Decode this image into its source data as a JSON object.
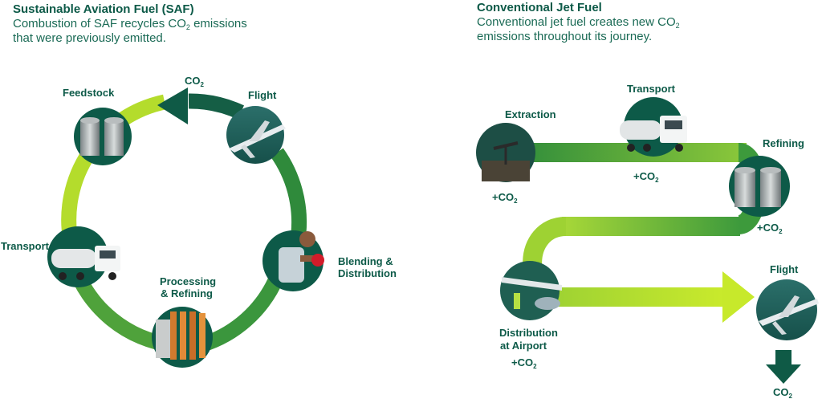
{
  "saf": {
    "title": "Sustainable Aviation Fuel (SAF)",
    "subtitle_line1_pre": "Combustion of SAF recycles CO",
    "subtitle_line1_sub": "2",
    "subtitle_line1_post": " emissions",
    "subtitle_line2": "that were previously emitted.",
    "co2_label": "CO",
    "co2_sub": "2",
    "stages": {
      "feedstock": "Feedstock",
      "flight": "Flight",
      "blending_line1": "Blending &",
      "blending_line2": "Distribution",
      "processing_line1": "Processing",
      "processing_line2": "& Refining",
      "transport": "Transport"
    }
  },
  "conventional": {
    "title": "Conventional Jet Fuel",
    "subtitle_line1_pre": "Conventional jet fuel creates new  CO",
    "subtitle_line1_sub": "2",
    "subtitle_line2": "emissions throughout its journey.",
    "stages": {
      "extraction": "Extraction",
      "transport": "Transport",
      "refining": "Refining",
      "distribution_line1": "Distribution",
      "distribution_line2": "at Airport",
      "flight": "Flight"
    },
    "plus_co2": "+CO",
    "co2": "CO",
    "sub2": "2"
  },
  "icons": {
    "feedstock": "storage-tanks-icon",
    "flight": "airplane-icon",
    "blending": "refueling-worker-icon",
    "processing": "refinery-pipes-icon",
    "transport": "tanker-truck-icon",
    "extraction": "oil-pump-icon",
    "refining": "storage-tanks-icon",
    "distribution": "airport-wing-icon"
  },
  "colors": {
    "dark_green": "#0d5a48",
    "mid_green": "#3d9a3c",
    "lime": "#a4d52a",
    "bright_lime": "#c8e82a"
  }
}
